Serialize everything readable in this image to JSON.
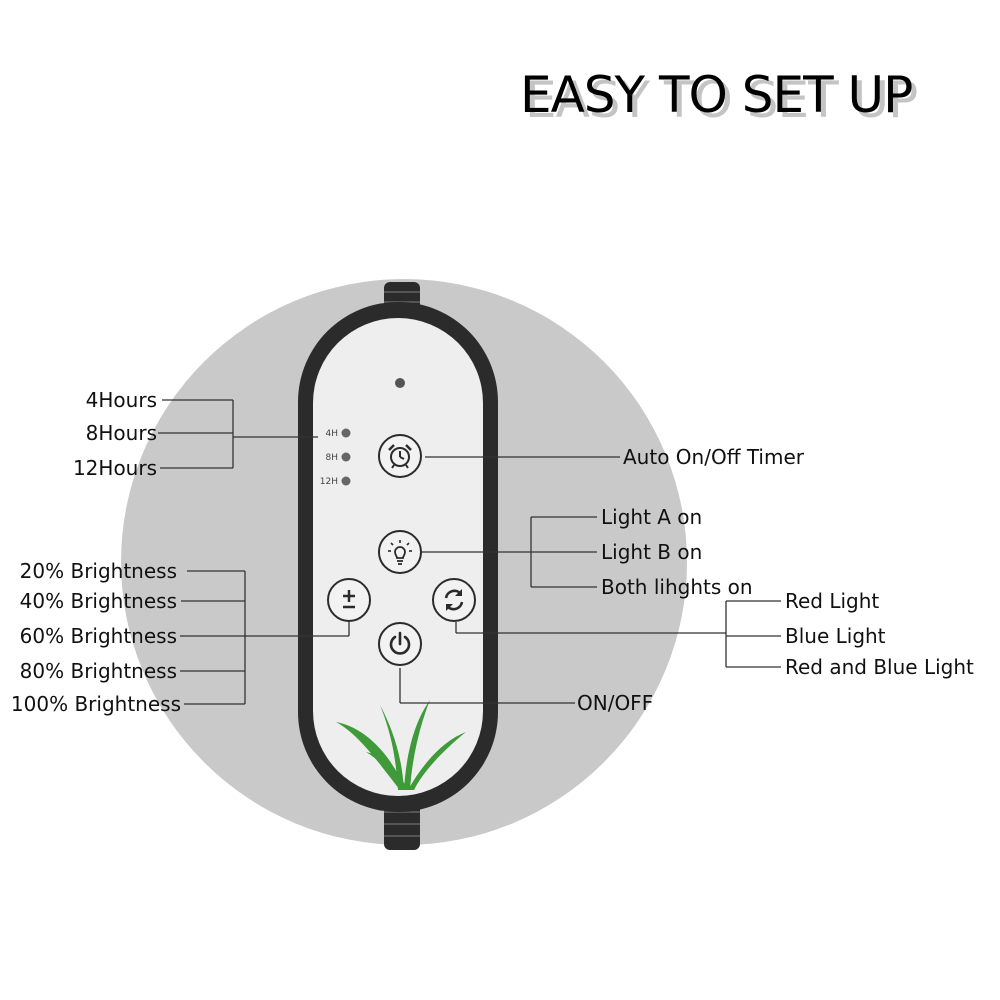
{
  "title": "EASY TO SET UP",
  "colors": {
    "circle_bg": "#c9c9c9",
    "remote_body": "#eeeeee",
    "remote_frame": "#2b2b2b",
    "plant_green": "#3f9a3a",
    "leader_line": "#333333"
  },
  "icons": [
    "alarm-clock-icon",
    "light-bulb-icon",
    "plus-minus-icon",
    "cycle-arrows-icon",
    "power-icon",
    "plant-icon"
  ],
  "timer_indicators": [
    "4H",
    "8H",
    "12H"
  ],
  "hours_labels": [
    "4Hours",
    "8Hours",
    "12Hours"
  ],
  "brightness_labels": [
    "20% Brightness",
    "40% Brightness",
    "60% Brightness",
    "80% Brightness",
    "100% Brightness"
  ],
  "timer_label": "Auto On/Off Timer",
  "light_mode_labels": [
    "Light A on",
    "Light B on",
    "Both lihghts on"
  ],
  "color_labels": [
    "Red Light",
    "Blue Light",
    "Red and Blue Light"
  ],
  "power_label": "ON/OFF"
}
